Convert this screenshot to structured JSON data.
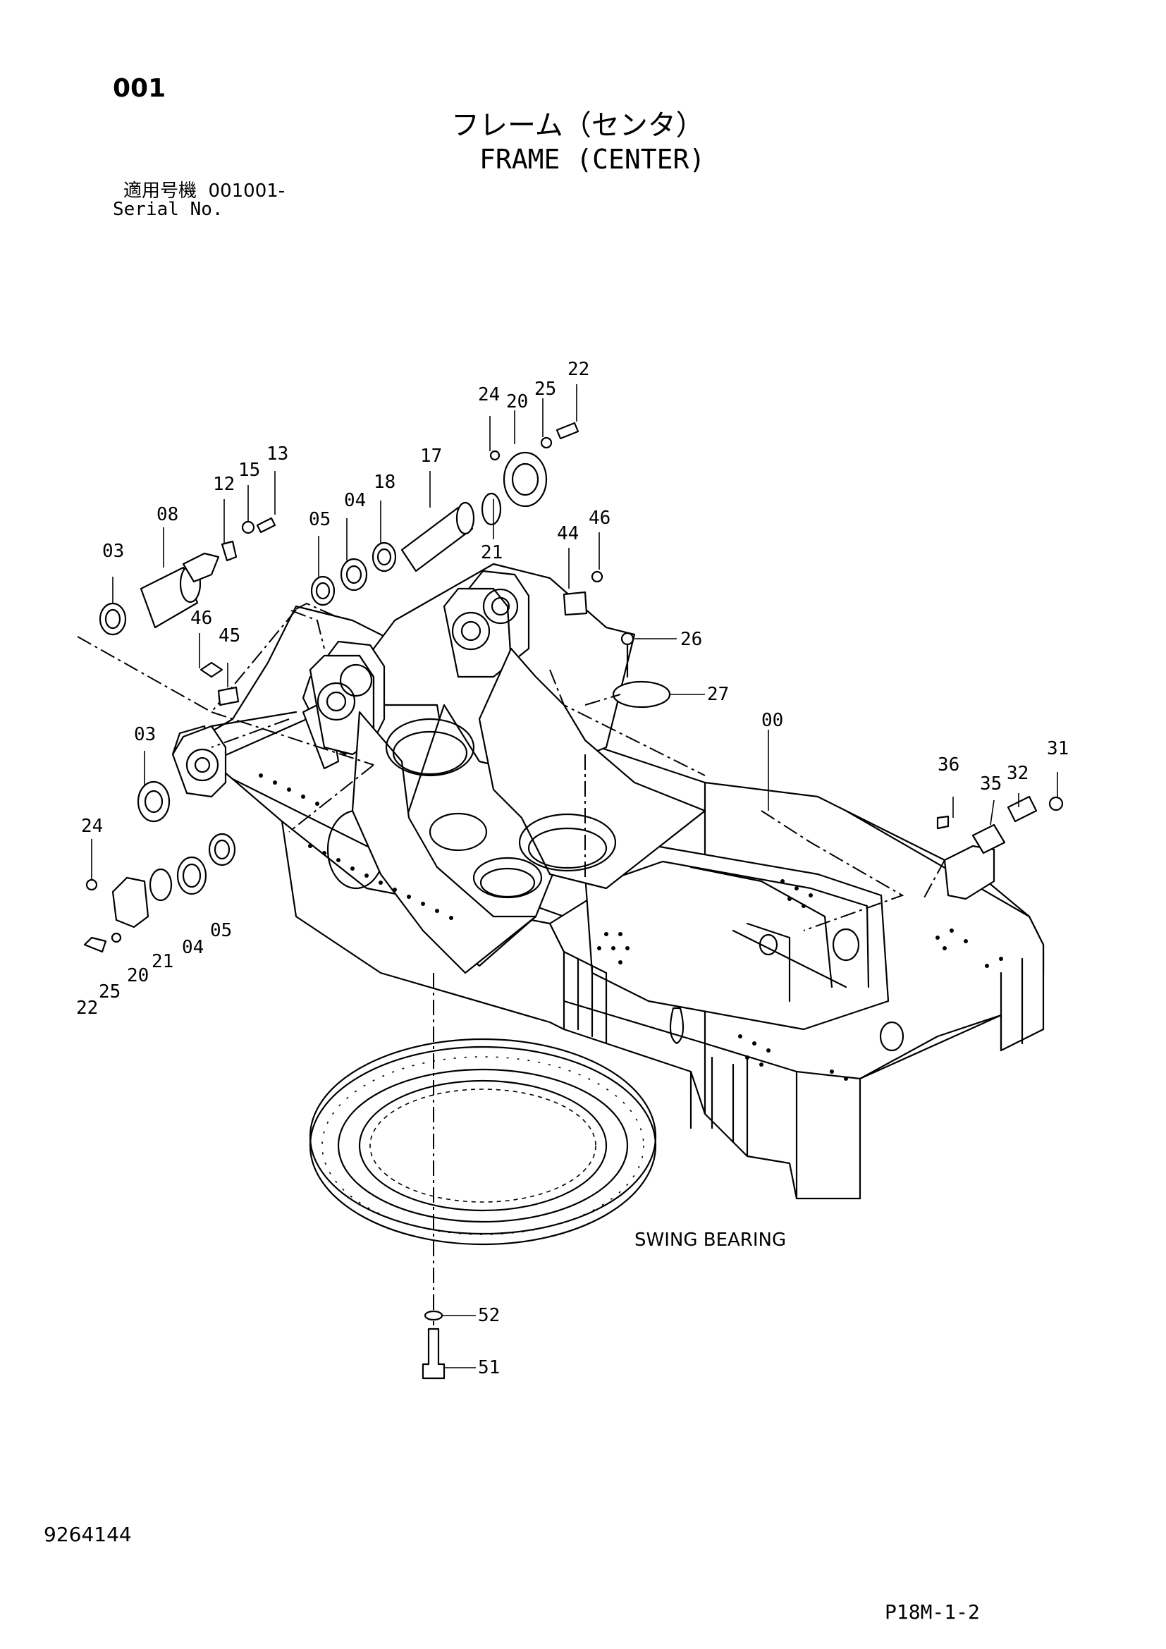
{
  "header": {
    "page_number": "001",
    "title_jp": "フレーム（センタ）",
    "title_en": "FRAME (CENTER)",
    "serial_label_jp": "適用号機",
    "serial_value": "001001-",
    "serial_label_en": "Serial No."
  },
  "footer": {
    "document_number": "9264144",
    "page_reference": "P18M-1-2"
  },
  "diagram": {
    "assembly_label": "SWING BEARING",
    "callouts": [
      "00",
      "03",
      "03",
      "04",
      "04",
      "05",
      "05",
      "08",
      "12",
      "13",
      "15",
      "17",
      "18",
      "20",
      "20",
      "21",
      "21",
      "22",
      "22",
      "24",
      "24",
      "25",
      "25",
      "26",
      "27",
      "31",
      "32",
      "35",
      "36",
      "44",
      "45",
      "46",
      "46",
      "51",
      "52"
    ]
  }
}
